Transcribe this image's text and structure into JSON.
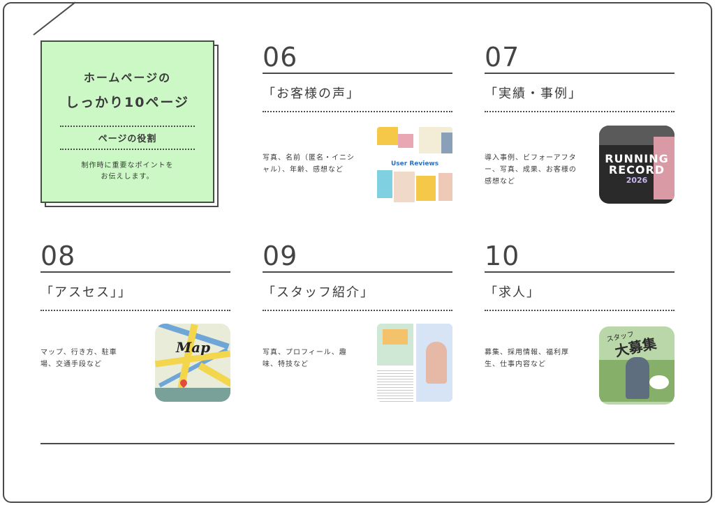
{
  "intro": {
    "title_line1": "ホームページの",
    "title_line2": "しっかり10ページ",
    "subtitle": "ページの役割",
    "desc_line1": "制作時に重要なポイントを",
    "desc_line2": "お伝えします。"
  },
  "sections": [
    {
      "num": "06",
      "title": "「お客様の声」",
      "desc": "写真、名前（匿名・イニシャル）、年齢、感想など",
      "image_label": "User Reviews"
    },
    {
      "num": "07",
      "title": "「実績・事例」",
      "desc": "導入事例、ビフォーアフター、写真、成果、お客様の感想など",
      "image_label1": "RUNNING",
      "image_label2": "RECORD",
      "image_label3": "2026"
    },
    {
      "num": "08",
      "title": "「アスセス」」",
      "desc": "マップ、行き方、駐車場、交通手段など",
      "image_label": "Map"
    },
    {
      "num": "09",
      "title": "「スタッフ紹介」",
      "desc": "写真、プロフィール、趣味、特技など"
    },
    {
      "num": "10",
      "title": "「求人」",
      "desc": "募集、採用情報、福利厚生、仕事内容など",
      "image_label1": "スタッフ",
      "image_label2": "大募集"
    }
  ],
  "colors": {
    "intro_bg": "#ccf8c6",
    "line": "#4a4a4a",
    "text": "#3a3a3a"
  }
}
